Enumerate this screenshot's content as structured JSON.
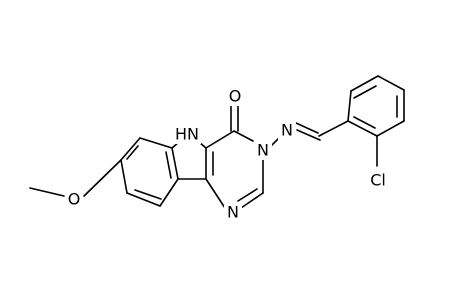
{
  "molecule": {
    "atoms": {
      "oxygen_carbonyl": "O",
      "nh": "HN",
      "n3": "N",
      "n_imine": "N",
      "n1": "N",
      "chlorine": "Cl",
      "oxygen_methoxy": "O"
    }
  },
  "colors": {
    "bond": "#000000",
    "label": "#000000",
    "background": "#ffffff"
  }
}
